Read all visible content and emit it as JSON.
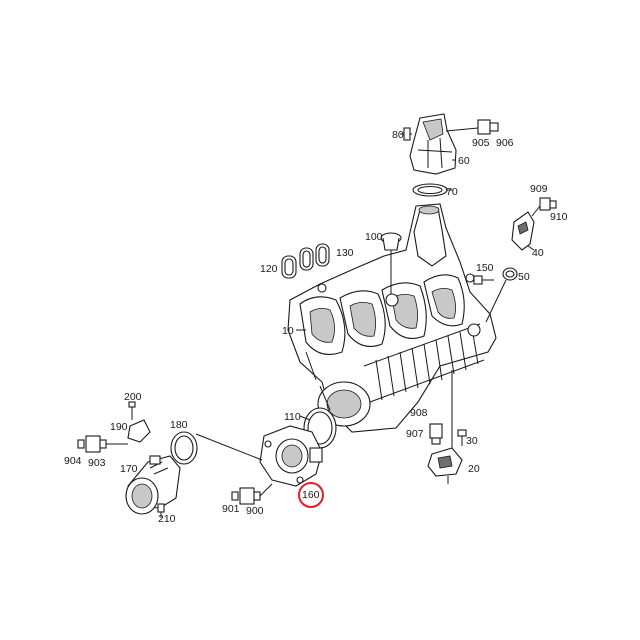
{
  "labels": {
    "l80": "80",
    "l905": "905",
    "l906": "906",
    "l60": "60",
    "l70": "70",
    "l909": "909",
    "l910": "910",
    "l100": "100",
    "l130": "130",
    "l40": "40",
    "l120": "120",
    "l150": "150",
    "l50": "50",
    "l10": "10",
    "l200": "200",
    "l190": "190",
    "l180": "180",
    "l110": "110",
    "l908": "908",
    "l907": "907",
    "l30": "30",
    "l904": "904",
    "l903": "903",
    "l170": "170",
    "l20": "20",
    "l160": "160",
    "l901": "901",
    "l900": "900",
    "l210": "210"
  },
  "highlight": {
    "part_number": "160",
    "color": "#e31e24"
  },
  "colors": {
    "line": "#1a1a1a",
    "background": "#ffffff"
  }
}
